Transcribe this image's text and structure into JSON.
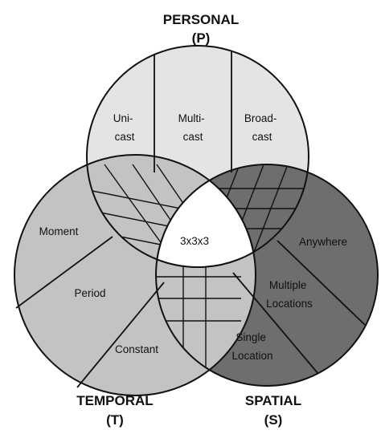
{
  "circles": {
    "personal": {
      "title": "PERSONAL",
      "abbr": "(P)"
    },
    "temporal": {
      "title": "TEMPORAL",
      "abbr": "(T)"
    },
    "spatial": {
      "title": "SPATIAL",
      "abbr": "(S)"
    }
  },
  "regions": {
    "personal": [
      [
        "Uni-",
        "cast"
      ],
      [
        "Multi-",
        "cast"
      ],
      [
        "Broad-",
        "cast"
      ]
    ],
    "temporal": [
      [
        "Moment"
      ],
      [
        "Period"
      ],
      [
        "Constant"
      ]
    ],
    "spatial": [
      [
        "Anywhere"
      ],
      [
        "Multiple",
        "Locations"
      ],
      [
        "Single",
        "Location"
      ]
    ],
    "center": "3x3x3"
  },
  "colors": {
    "personal_fill": "#e4e4e4",
    "temporal_fill": "#c3c3c3",
    "spatial_fill": "#6e6e6e",
    "center_fill": "#ffffff",
    "line": "#111111"
  }
}
